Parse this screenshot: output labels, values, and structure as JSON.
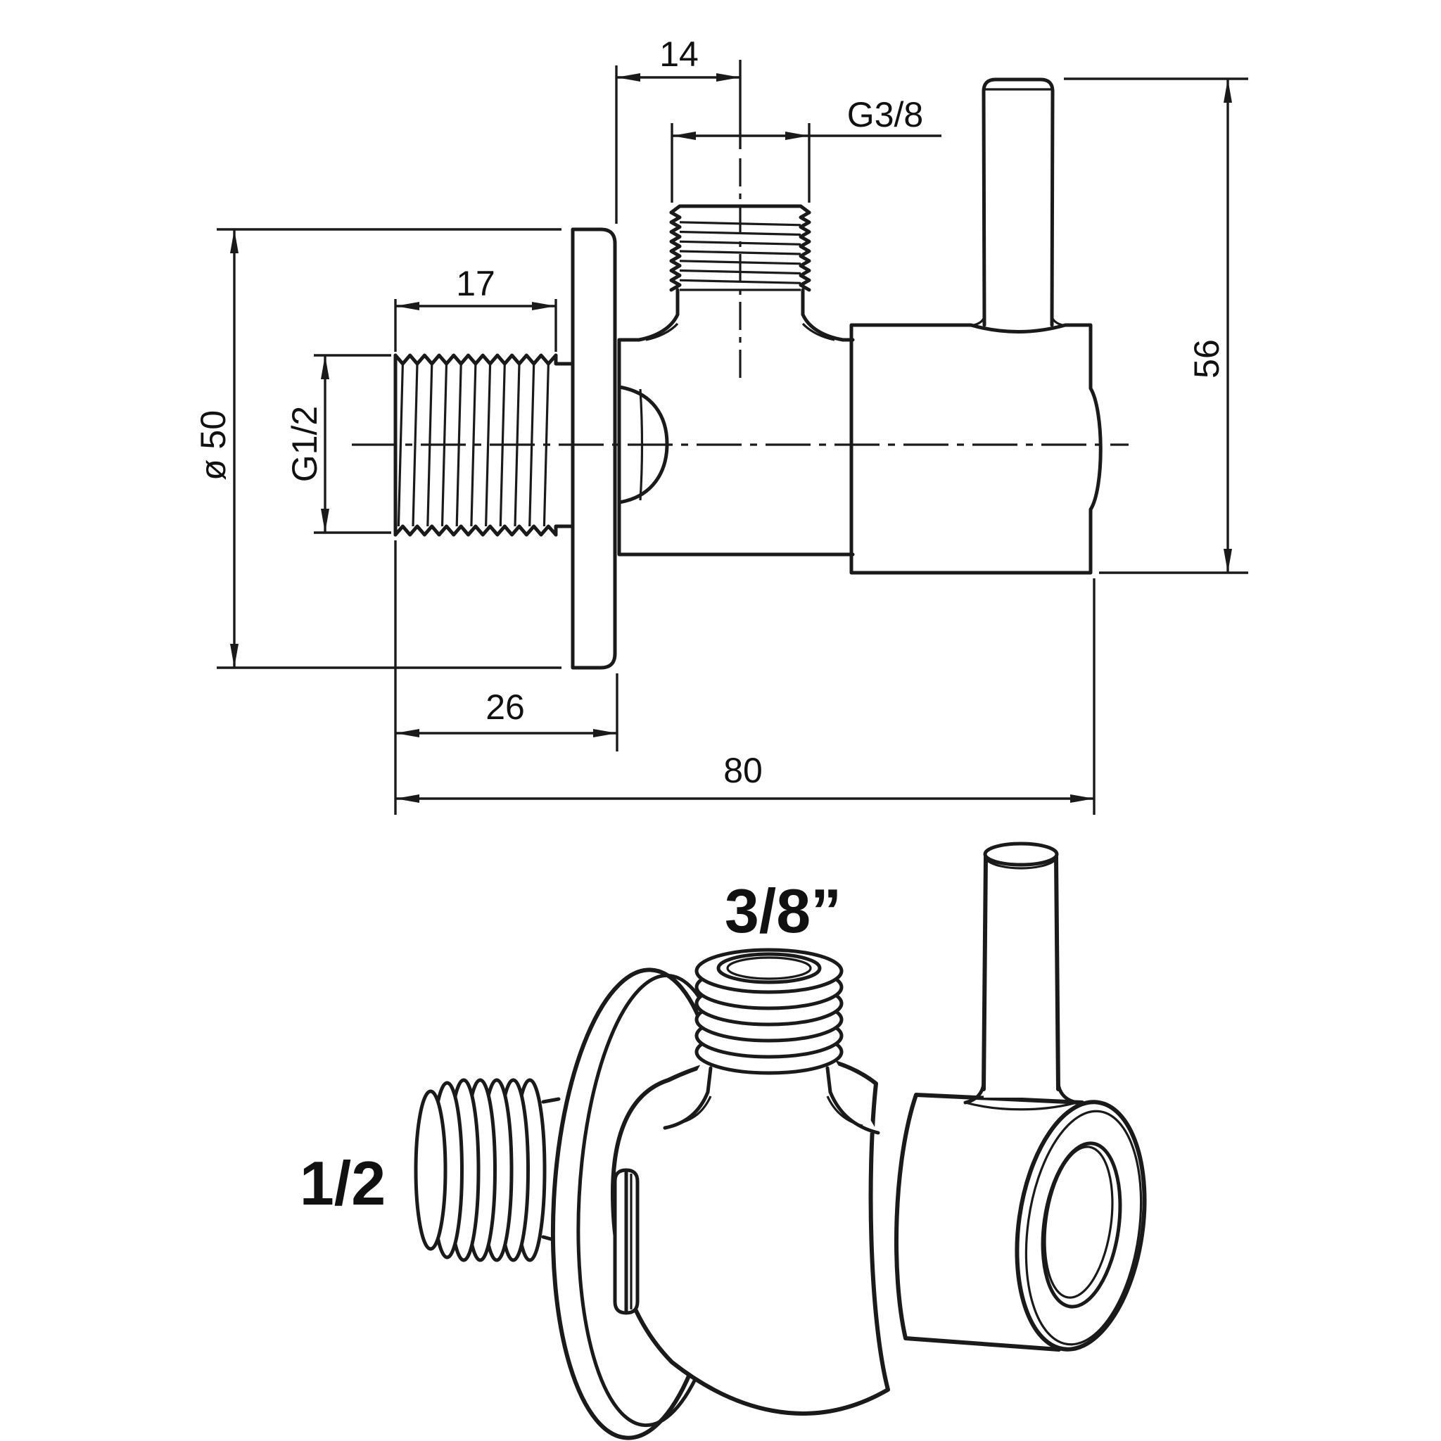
{
  "drawing": {
    "title": "angle-valve-technical-drawing",
    "background_color": "#ffffff",
    "line_color": "#1a1a1a",
    "top_view": {
      "dim_14": "14",
      "dim_g38": "G3/8",
      "dim_17": "17",
      "dim_d50": "ø 50",
      "dim_g12": "G1/2",
      "dim_26": "26",
      "dim_80": "80",
      "dim_56": "56"
    },
    "pictorial_view": {
      "label_outlet": "3/8”",
      "label_inlet": "1/2"
    }
  }
}
